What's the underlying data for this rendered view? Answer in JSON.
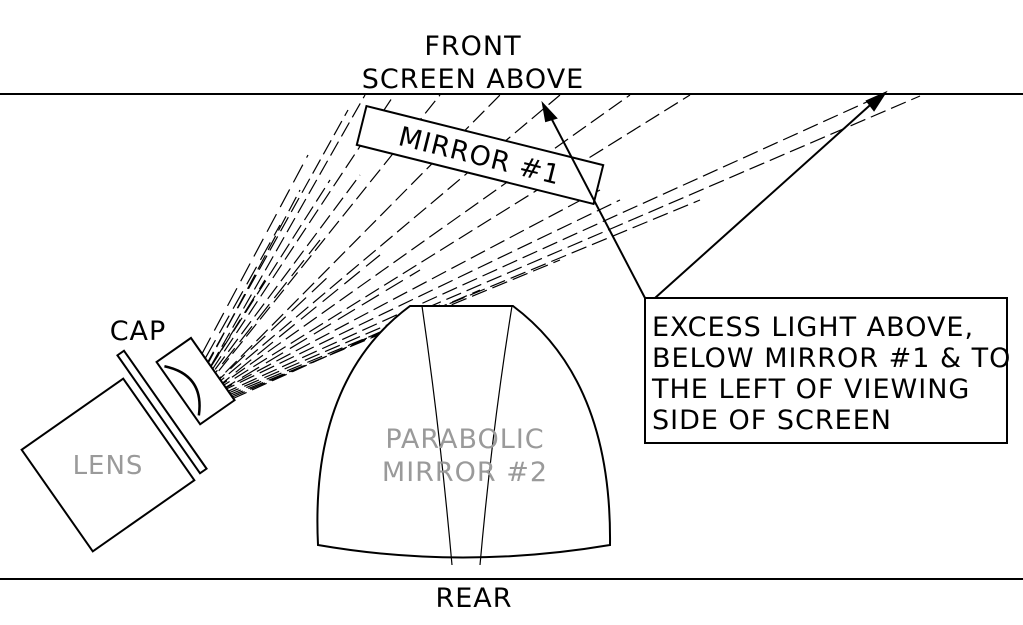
{
  "labels": {
    "front": "FRONT",
    "screen_above": "SCREEN ABOVE",
    "mirror1": "MIRROR #1",
    "cap": "CAP",
    "lens": "LENS",
    "parabolic": "PARABOLIC",
    "mirror2": "MIRROR #2",
    "rear": "REAR"
  },
  "note": {
    "line1": "EXCESS LIGHT ABOVE,",
    "line2": "BELOW MIRROR #1 & TO",
    "line3": "THE LEFT OF VIEWING",
    "line4": "SIDE OF SCREEN"
  },
  "colors": {
    "ink": "#000000",
    "gray": "#9a9a9a"
  }
}
